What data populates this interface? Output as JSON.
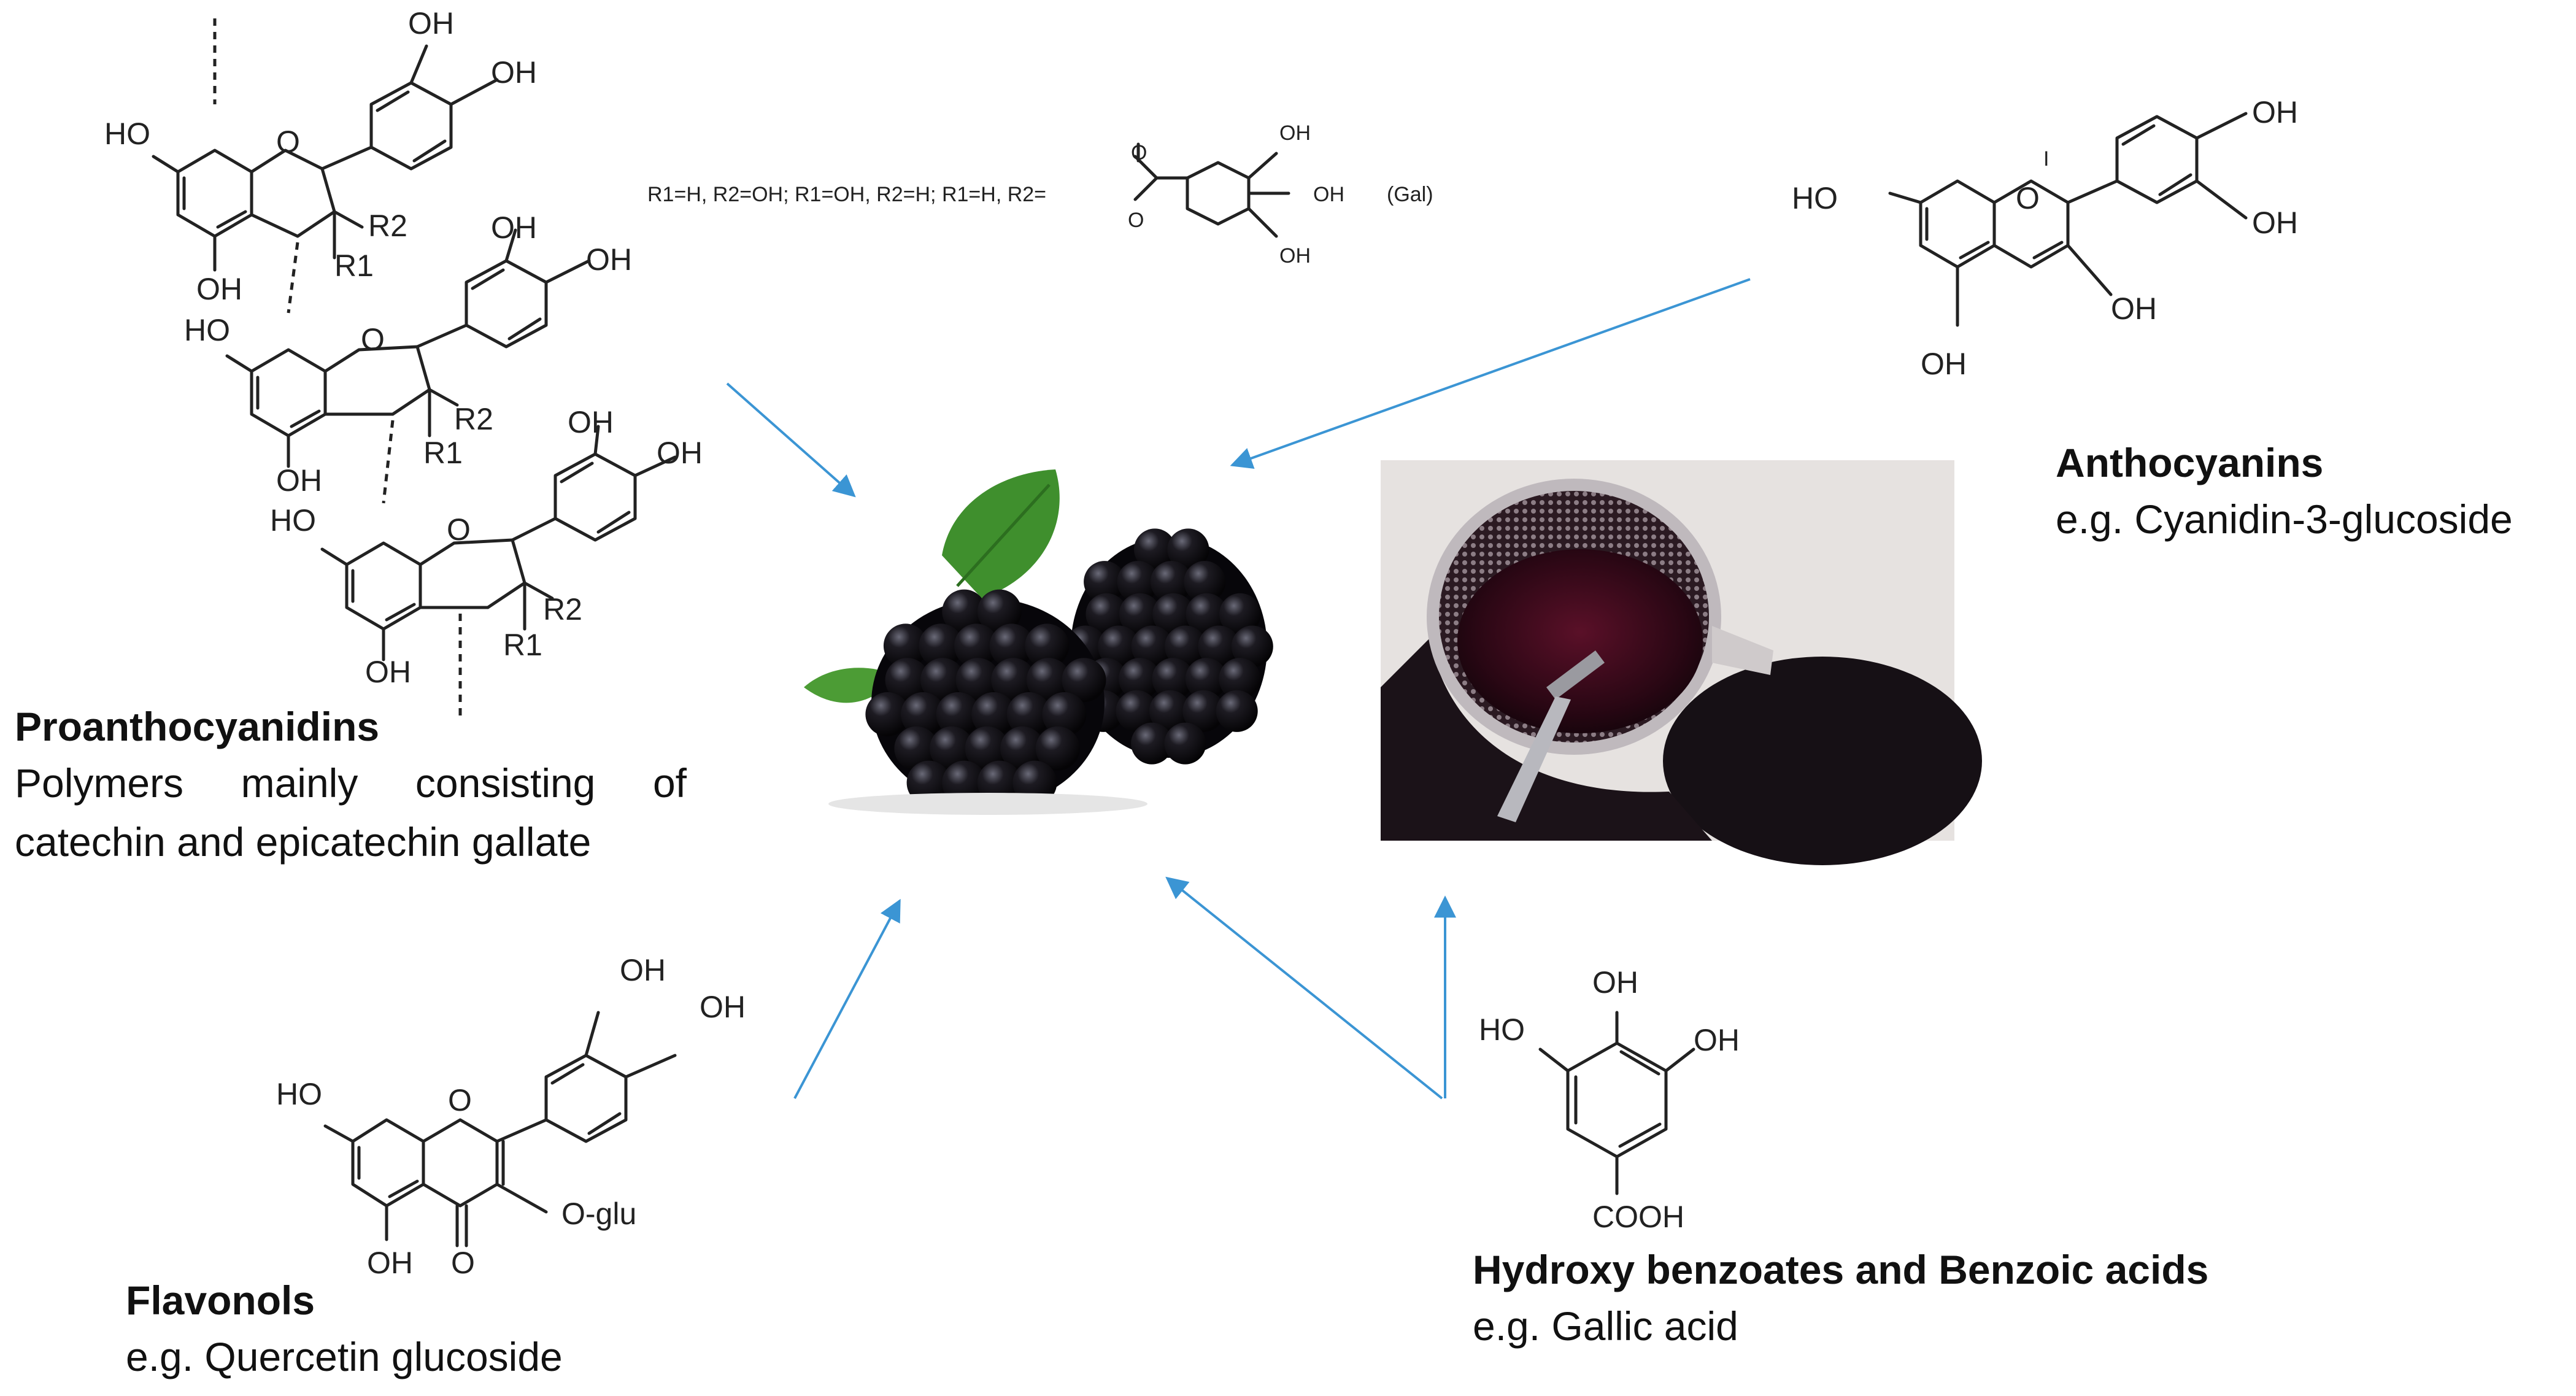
{
  "proanthocyanidins": {
    "title": "Proanthocyanidins",
    "desc_line1": "Polymers mainly consisting of",
    "desc_line2": "catechin and epicatechin gallate",
    "substituents": "R1=H, R2=OH; R1=OH, R2=H; R1=H, R2=",
    "gal_label": "(Gal)"
  },
  "anthocyanins": {
    "title": "Anthocyanins",
    "desc": "e.g. Cyanidin-3-glucoside"
  },
  "flavonols": {
    "title": "Flavonols",
    "desc": "e.g. Quercetin glucoside"
  },
  "benzoates": {
    "title": "Hydroxy benzoates and Benzoic acids",
    "desc": "e.g. Gallic acid"
  },
  "atoms": {
    "oh": "OH",
    "ho": "HO",
    "o": "O",
    "r1": "R1",
    "r2": "R2",
    "o_glu": "O-glu",
    "cooh": "COOH",
    "charge": "I"
  },
  "colors": {
    "arrow": "#3b95d4",
    "berry": "#16131a",
    "leaf": "#3f8f2d",
    "puree": "#3a0a1c"
  }
}
